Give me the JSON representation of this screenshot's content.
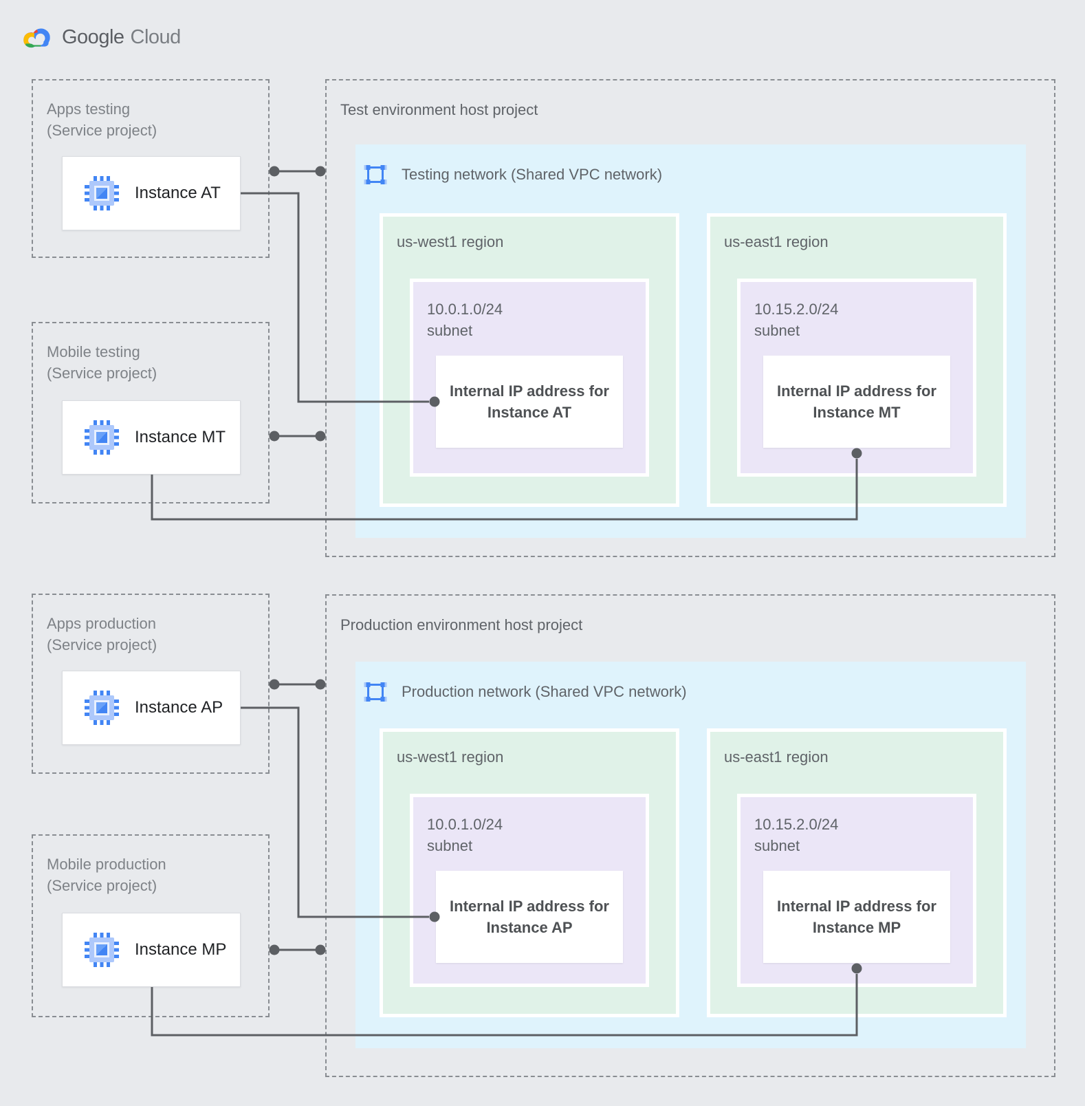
{
  "logo": {
    "google": "Google",
    "cloud": "Cloud"
  },
  "service_projects": [
    {
      "name": "Apps testing",
      "type": "(Service project)",
      "instance": "Instance AT"
    },
    {
      "name": "Mobile testing",
      "type": "(Service project)",
      "instance": "Instance MT"
    },
    {
      "name": "Apps production",
      "type": "(Service project)",
      "instance": "Instance AP"
    },
    {
      "name": "Mobile production",
      "type": "(Service project)",
      "instance": "Instance MP"
    }
  ],
  "host_projects": [
    {
      "title": "Test environment host project",
      "network_label": "Testing network (Shared VPC network)",
      "regions": [
        {
          "name": "us-west1 region",
          "cidr": "10.0.1.0/24",
          "subnet_word": "subnet",
          "ip_line1": "Internal IP address for",
          "ip_line2": "Instance AT"
        },
        {
          "name": "us-east1 region",
          "cidr": "10.15.2.0/24",
          "subnet_word": "subnet",
          "ip_line1": "Internal IP address for",
          "ip_line2": "Instance MT"
        }
      ]
    },
    {
      "title": "Production environment host project",
      "network_label": "Production network (Shared VPC network)",
      "regions": [
        {
          "name": "us-west1 region",
          "cidr": "10.0.1.0/24",
          "subnet_word": "subnet",
          "ip_line1": "Internal IP address for",
          "ip_line2": "Instance AP"
        },
        {
          "name": "us-east1 region",
          "cidr": "10.15.2.0/24",
          "subnet_word": "subnet",
          "ip_line1": "Internal IP address for",
          "ip_line2": "Instance MP"
        }
      ]
    }
  ],
  "colors": {
    "background": "#e8eaed",
    "network_fill": "#dff3fc",
    "region_fill": "#e0f2e8",
    "subnet_fill": "#ebe6f7",
    "connector": "#5c5f63",
    "dashed_border": "#898d92",
    "label_gray": "#5f6368",
    "google_blue": "#4285f4",
    "google_red": "#ea4335",
    "google_yellow": "#fbbc04",
    "google_green": "#34a853"
  }
}
